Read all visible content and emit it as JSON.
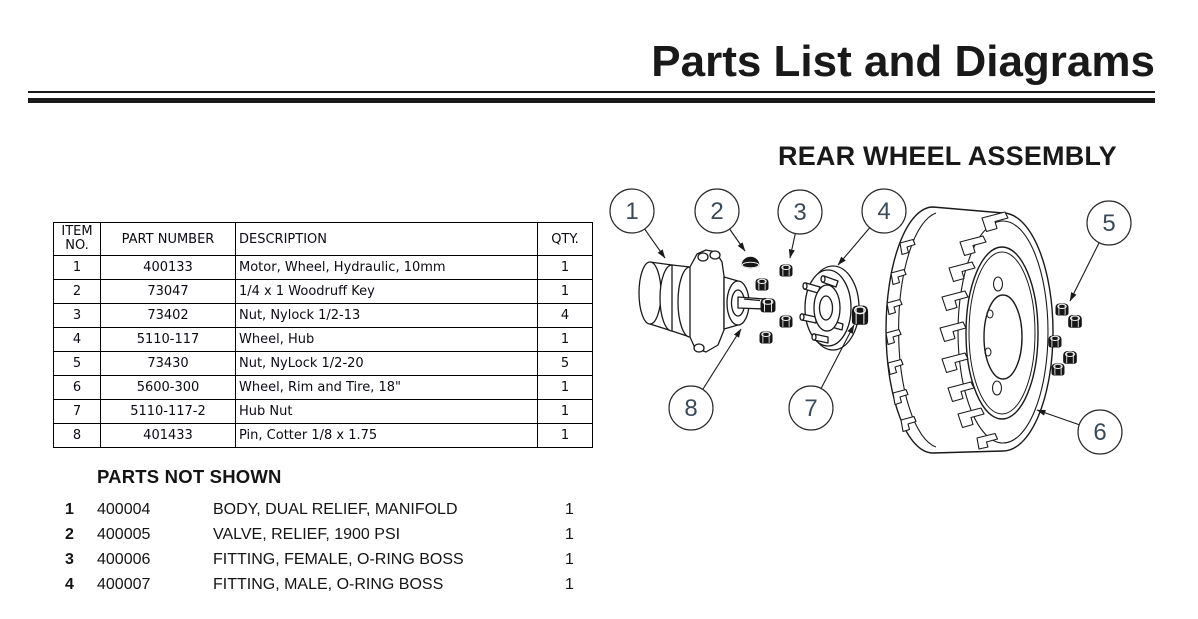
{
  "page": {
    "title": "Parts List and Diagrams"
  },
  "colors": {
    "ink": "#1b1b1b",
    "callout_number": "#3b4a58"
  },
  "diagram": {
    "title": "REAR WHEEL ASSEMBLY",
    "callouts": [
      "1",
      "2",
      "3",
      "4",
      "5",
      "6",
      "7",
      "8"
    ]
  },
  "parts_table": {
    "headers": {
      "item_line1": "ITEM",
      "item_line2": "NO.",
      "part": "PART NUMBER",
      "desc": "DESCRIPTION",
      "qty": "QTY."
    },
    "rows": [
      {
        "item": "1",
        "part": "400133",
        "desc": "Motor, Wheel, Hydraulic, 10mm",
        "qty": "1"
      },
      {
        "item": "2",
        "part": "73047",
        "desc": "1/4 x 1 Woodruff Key",
        "qty": "1"
      },
      {
        "item": "3",
        "part": "73402",
        "desc": "Nut, Nylock 1/2-13",
        "qty": "4"
      },
      {
        "item": "4",
        "part": "5110-117",
        "desc": "Wheel, Hub",
        "qty": "1"
      },
      {
        "item": "5",
        "part": "73430",
        "desc": "Nut, NyLock 1/2-20",
        "qty": "5"
      },
      {
        "item": "6",
        "part": "5600-300",
        "desc": "Wheel, Rim and Tire, 18\"",
        "qty": "1"
      },
      {
        "item": "7",
        "part": "5110-117-2",
        "desc": "Hub Nut",
        "qty": "1"
      },
      {
        "item": "8",
        "part": "401433",
        "desc": "Pin, Cotter 1/8 x 1.75",
        "qty": "1"
      }
    ]
  },
  "parts_not_shown": {
    "heading": "PARTS NOT SHOWN",
    "rows": [
      {
        "item": "1",
        "part": "400004",
        "desc": "BODY, DUAL RELIEF, MANIFOLD",
        "qty": "1"
      },
      {
        "item": "2",
        "part": "400005",
        "desc": "VALVE, RELIEF, 1900 PSI",
        "qty": "1"
      },
      {
        "item": "3",
        "part": "400006",
        "desc": "FITTING, FEMALE, O-RING BOSS",
        "qty": "1"
      },
      {
        "item": "4",
        "part": "400007",
        "desc": "FITTING, MALE, O-RING BOSS",
        "qty": "1"
      }
    ]
  }
}
